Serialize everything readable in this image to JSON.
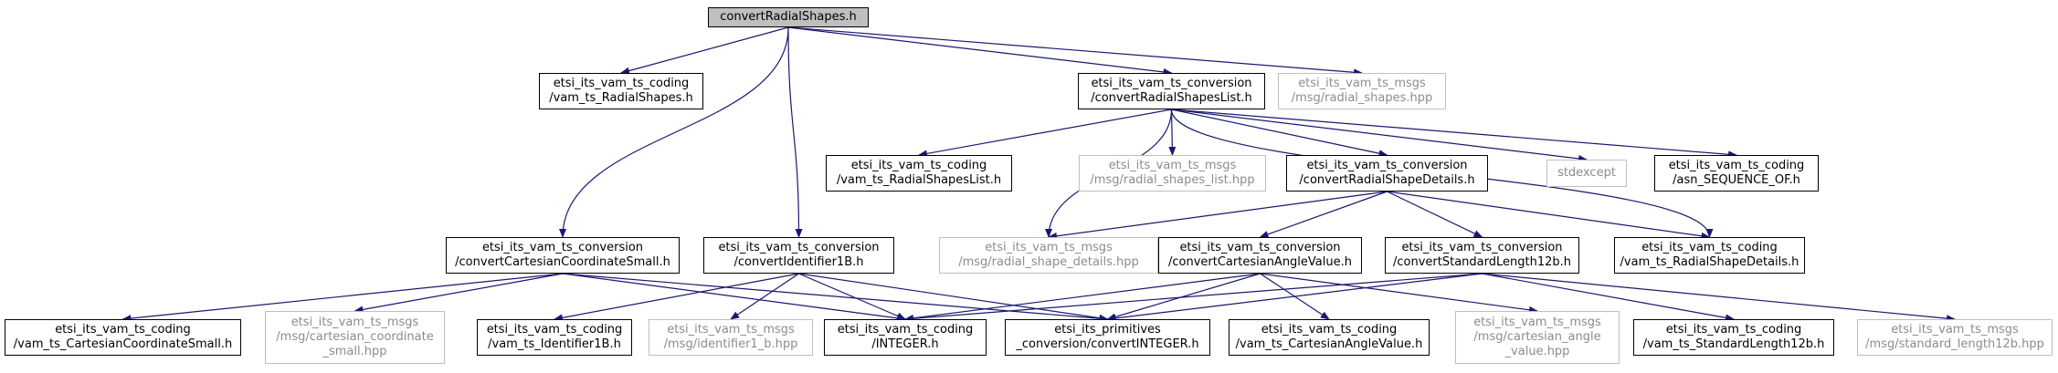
{
  "colors": {
    "edge": "#191970",
    "border": "#000000",
    "external_border": "#bfbfbf",
    "external_text": "#8c8c8c",
    "root_fill": "#bfbfbf"
  },
  "nodes": {
    "root": {
      "lines": [
        "convertRadialShapes.h"
      ]
    },
    "coding_radialshapes": {
      "lines": [
        "etsi_its_vam_ts_coding",
        "/vam_ts_RadialShapes.h"
      ]
    },
    "conv_radialshapeslist": {
      "lines": [
        "etsi_its_vam_ts_conversion",
        "/convertRadialShapesList.h"
      ]
    },
    "msgs_radial_shapes": {
      "lines": [
        "etsi_its_vam_ts_msgs",
        "/msg/radial_shapes.hpp"
      ]
    },
    "coding_radialshapeslist": {
      "lines": [
        "etsi_its_vam_ts_coding",
        "/vam_ts_RadialShapesList.h"
      ]
    },
    "msgs_radial_shapes_list": {
      "lines": [
        "etsi_its_vam_ts_msgs",
        "/msg/radial_shapes_list.hpp"
      ]
    },
    "conv_radialshapedetails": {
      "lines": [
        "etsi_its_vam_ts_conversion",
        "/convertRadialShapeDetails.h"
      ]
    },
    "stdexcept": {
      "lines": [
        "stdexcept"
      ]
    },
    "coding_asn_sequence_of": {
      "lines": [
        "etsi_its_vam_ts_coding",
        "/asn_SEQUENCE_OF.h"
      ]
    },
    "conv_cartesiancoordinatesmall": {
      "lines": [
        "etsi_its_vam_ts_conversion",
        "/convertCartesianCoordinateSmall.h"
      ]
    },
    "conv_identifier1b": {
      "lines": [
        "etsi_its_vam_ts_conversion",
        "/convertIdentifier1B.h"
      ]
    },
    "msgs_radial_shape_details": {
      "lines": [
        "etsi_its_vam_ts_msgs",
        "/msg/radial_shape_details.hpp"
      ]
    },
    "conv_cartesianangle": {
      "lines": [
        "etsi_its_vam_ts_conversion",
        "/convertCartesianAngleValue.h"
      ]
    },
    "conv_standardlength12b": {
      "lines": [
        "etsi_its_vam_ts_conversion",
        "/convertStandardLength12b.h"
      ]
    },
    "coding_radialshapedetails": {
      "lines": [
        "etsi_its_vam_ts_coding",
        "/vam_ts_RadialShapeDetails.h"
      ]
    },
    "coding_cartesiancoordinatesmall": {
      "lines": [
        "etsi_its_vam_ts_coding",
        "/vam_ts_CartesianCoordinateSmall.h"
      ]
    },
    "msgs_cartesian_coordinate_small": {
      "lines": [
        "etsi_its_vam_ts_msgs",
        "/msg/cartesian_coordinate",
        "_small.hpp"
      ]
    },
    "coding_identifier1b": {
      "lines": [
        "etsi_its_vam_ts_coding",
        "/vam_ts_Identifier1B.h"
      ]
    },
    "msgs_identifier1_b": {
      "lines": [
        "etsi_its_vam_ts_msgs",
        "/msg/identifier1_b.hpp"
      ]
    },
    "coding_integer": {
      "lines": [
        "etsi_its_vam_ts_coding",
        "/INTEGER.h"
      ]
    },
    "primitives_convertinteger": {
      "lines": [
        "etsi_its_primitives",
        "_conversion/convertINTEGER.h"
      ]
    },
    "coding_cartesianangle": {
      "lines": [
        "etsi_its_vam_ts_coding",
        "/vam_ts_CartesianAngleValue.h"
      ]
    },
    "msgs_cartesian_angle_value": {
      "lines": [
        "etsi_its_vam_ts_msgs",
        "/msg/cartesian_angle",
        "_value.hpp"
      ]
    },
    "coding_standardlength12b": {
      "lines": [
        "etsi_its_vam_ts_coding",
        "/vam_ts_StandardLength12b.h"
      ]
    },
    "msgs_standard_length12b": {
      "lines": [
        "etsi_its_vam_ts_msgs",
        "/msg/standard_length12b.hpp"
      ]
    }
  }
}
